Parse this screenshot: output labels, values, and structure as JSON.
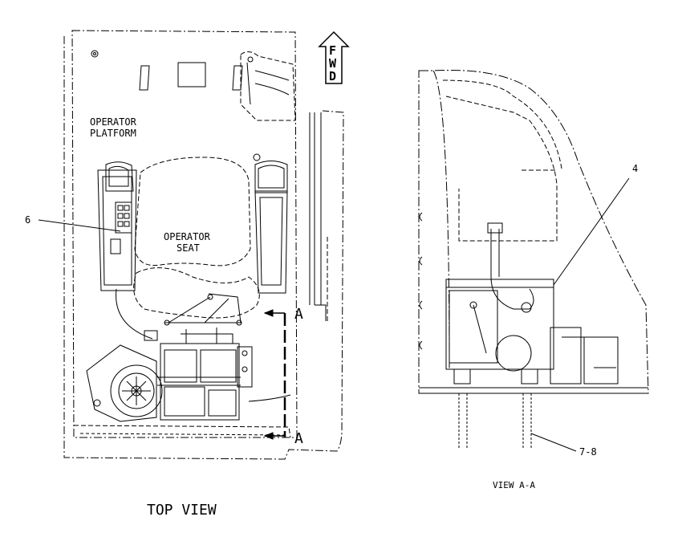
{
  "labels": {
    "fwd_letters": [
      "F",
      "W",
      "D"
    ],
    "operator_platform_line1": "OPERATOR",
    "operator_platform_line2": "PLATFORM",
    "operator_seat_line1": "OPERATOR",
    "operator_seat_line2": "SEAT",
    "section_marker": "A",
    "callout_6": "6",
    "callout_4": "4",
    "callout_7_8": "7-8",
    "top_view_caption": "TOP VIEW",
    "view_aa_caption": "VIEW A-A"
  },
  "colors": {
    "line": "#000000",
    "background": "#ffffff"
  }
}
